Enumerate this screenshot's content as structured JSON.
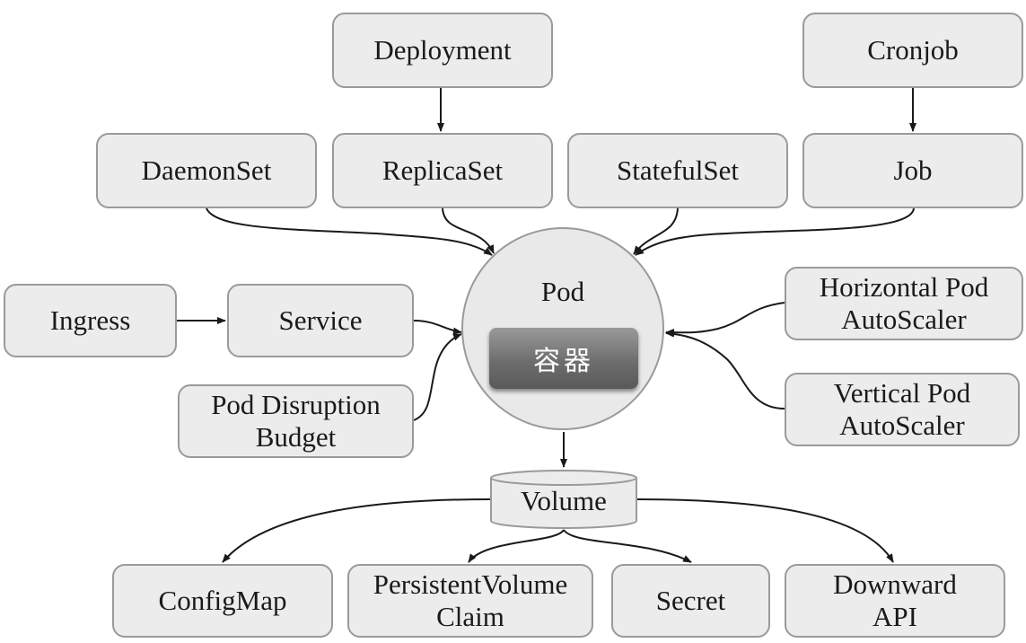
{
  "workloads": {
    "deployment": "Deployment",
    "cronjob": "Cronjob",
    "daemonset": "DaemonSet",
    "replicaset": "ReplicaSet",
    "statefulset": "StatefulSet",
    "job": "Job"
  },
  "networking": {
    "ingress": "Ingress",
    "service": "Service",
    "pdb": "Pod Disruption\nBudget"
  },
  "autoscalers": {
    "hpa": "Horizontal Pod\nAutoScaler",
    "vpa": "Vertical Pod\nAutoScaler"
  },
  "pod": {
    "title": "Pod",
    "container": "容器"
  },
  "volume": {
    "title": "Volume",
    "types": {
      "configmap": "ConfigMap",
      "pvc": "PersistentVolume\nClaim",
      "secret": "Secret",
      "downward": "Downward\nAPI"
    }
  }
}
